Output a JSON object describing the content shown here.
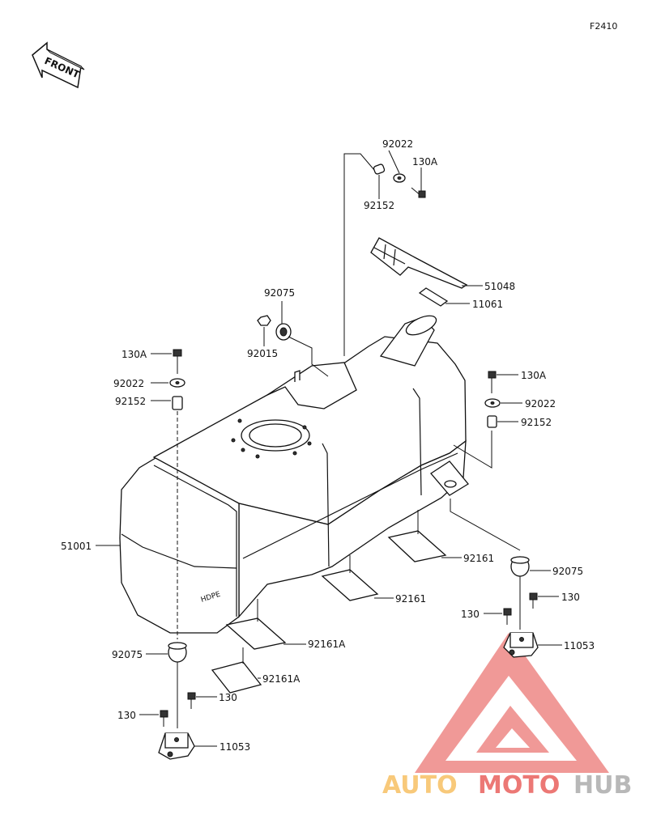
{
  "figure_code": "F2410",
  "front_label": "FRONT",
  "tank_marking": "HDPE",
  "watermark": {
    "text_auto": "AUTO",
    "text_moto": "MOTO",
    "text_hub": "HUB",
    "color_red": "#e0201b",
    "color_orange": "#f5a623",
    "color_grey": "#8a8a8a"
  },
  "callouts": {
    "top_92022": "92022",
    "top_130A": "130A",
    "top_92152": "92152",
    "p51048": "51048",
    "p11061": "11061",
    "top_92075": "92075",
    "top_92015": "92015",
    "left_130A": "130A",
    "left_92022": "92022",
    "left_92152": "92152",
    "right_130A": "130A",
    "right_92022": "92022",
    "right_92152": "92152",
    "p51001": "51001",
    "right_92161_upper": "92161",
    "right_92075": "92075",
    "mid_92161": "92161",
    "right_130_a": "130",
    "right_130_b": "130",
    "right_11053": "11053",
    "left_92161A_upper": "92161A",
    "left_92075": "92075",
    "left_92161A_lower": "92161A",
    "left_130_a": "130",
    "left_130_b": "130",
    "left_11053": "11053"
  }
}
